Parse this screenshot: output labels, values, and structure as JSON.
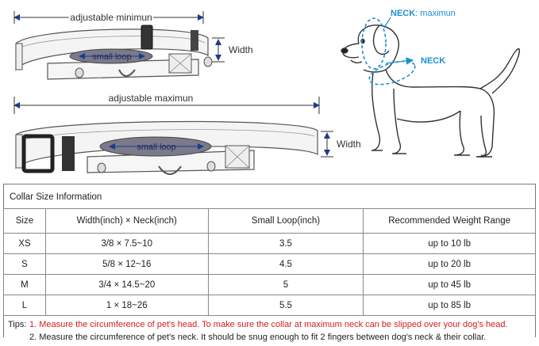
{
  "diagram": {
    "adjustable_min_label": "adjustable minimun",
    "adjustable_max_label": "adjustable maximun",
    "small_loop_label": "small loop",
    "width_label": "Width",
    "neck_max_label_bold": "NECK",
    "neck_max_label_rest": ": maximun",
    "neck_label": "NECK",
    "accent_color": "#1b8fd0",
    "arrow_color": "#1f3a8a"
  },
  "collar_info": {
    "title": "Collar Size Information",
    "headers": [
      "Size",
      "Width(inch)  ×  Neck(inch)",
      "Small Loop(inch)",
      "Recommended Weight Range"
    ],
    "rows": [
      {
        "size": "XS",
        "dims": "3/8  × 7.5~10",
        "loop": "3.5",
        "weight": "up to 10 lb"
      },
      {
        "size": "S",
        "dims": "5/8  × 12~16",
        "loop": "4.5",
        "weight": "up to 20 lb"
      },
      {
        "size": "M",
        "dims": "3/4  × 14.5~20",
        "loop": "5",
        "weight": "up to 45 lb"
      },
      {
        "size": "L",
        "dims": "1  × 18~26",
        "loop": "5.5",
        "weight": "up to 85 lb"
      }
    ]
  },
  "tips": {
    "label": "Tips:",
    "tip1": "1. Measure the circumference of pet's head.  To make sure the collar at maximum neck can be slipped over your dog's head.",
    "tip2": "2. Measure the circumference of pet's neck. It should be snug enough to fit 2 fingers between dog's neck & their collar.",
    "tip1_color": "#d22020"
  }
}
